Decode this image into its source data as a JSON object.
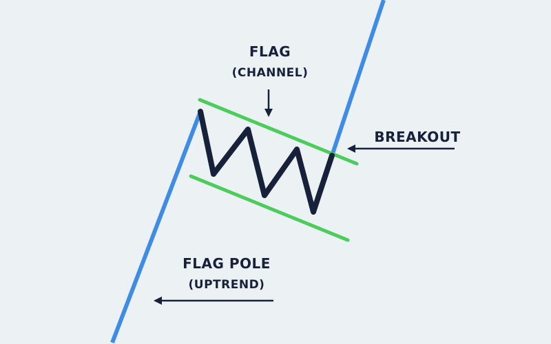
{
  "diagram": {
    "flag_label": "FLAG",
    "flag_sublabel": "(CHANNEL)",
    "breakout_label": "BREAKOUT",
    "pole_label": "FLAG POLE",
    "pole_sublabel": "(UPTREND)"
  },
  "colors": {
    "background": "#ecf1f4",
    "uptrend_line": "#3d8de8",
    "channel_lines": "#4ccd5b",
    "price_zigzag": "#17223a",
    "text": "#17223a",
    "arrows": "#17223a"
  }
}
